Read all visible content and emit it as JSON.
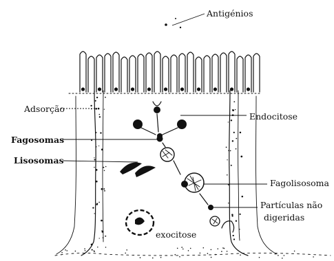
{
  "diagram": {
    "labels": {
      "antigens": "Antigénios",
      "adsorption": "Adsorção",
      "endocytosis": "Endocitose",
      "phagosomes": "Fagosomas",
      "lysosomes": "Lisosomas",
      "phagolysosome": "Fagolisosoma",
      "undigested_1": "Partículas não",
      "undigested_2": "digeridas",
      "exocytosis": "exocitose"
    }
  }
}
